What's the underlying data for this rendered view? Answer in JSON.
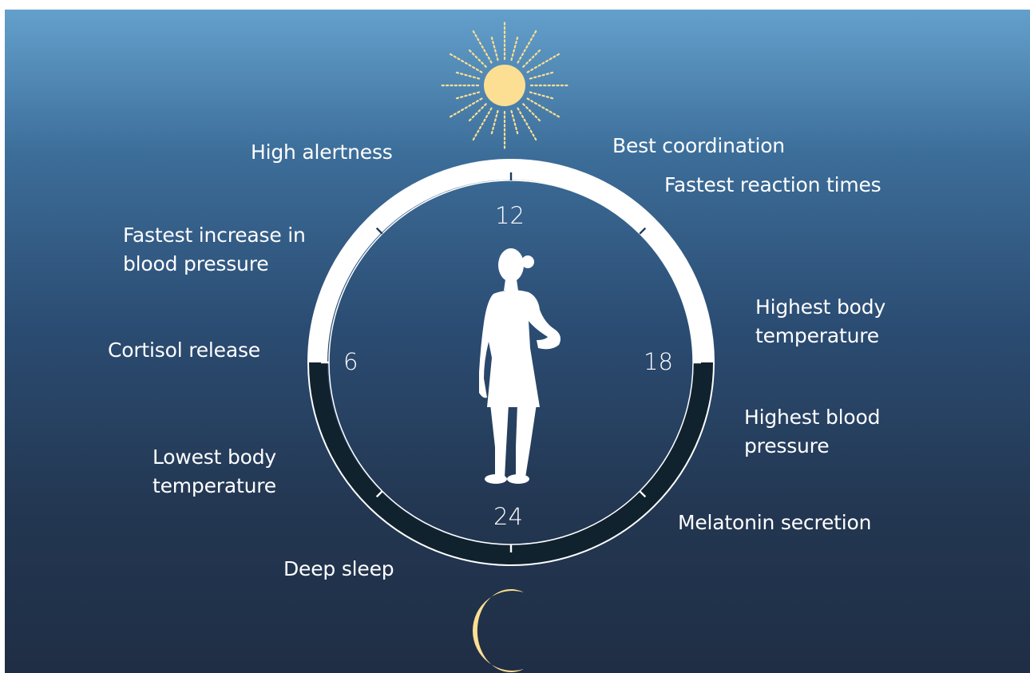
{
  "clock": {
    "hours": [
      "12",
      "6",
      "18",
      "24"
    ]
  },
  "labels": {
    "high_alertness": "High alertness",
    "best_coordination": "Best coordination",
    "fastest_reaction": "Fastest reaction times",
    "bp_increase_line1": "Fastest increase in",
    "bp_increase_line2": "blood pressure",
    "highest_temp_line1": "Highest body",
    "highest_temp_line2": "temperature",
    "cortisol": "Cortisol release",
    "highest_bp_line1": "Highest blood",
    "highest_bp_line2": "pressure",
    "lowest_temp_line1": "Lowest body",
    "lowest_temp_line2": "temperature",
    "melatonin": "Melatonin secretion",
    "deep_sleep": "Deep sleep"
  },
  "colors": {
    "day_half": "#ffffff",
    "night_half": "#11222f",
    "sun": "#fcdf92",
    "moon": "#fcdf92",
    "silhouette": "#ffffff",
    "text": "#ffffff"
  },
  "icons": {
    "sun": "sun-icon",
    "moon": "crescent-moon-icon",
    "person": "woman-silhouette"
  }
}
